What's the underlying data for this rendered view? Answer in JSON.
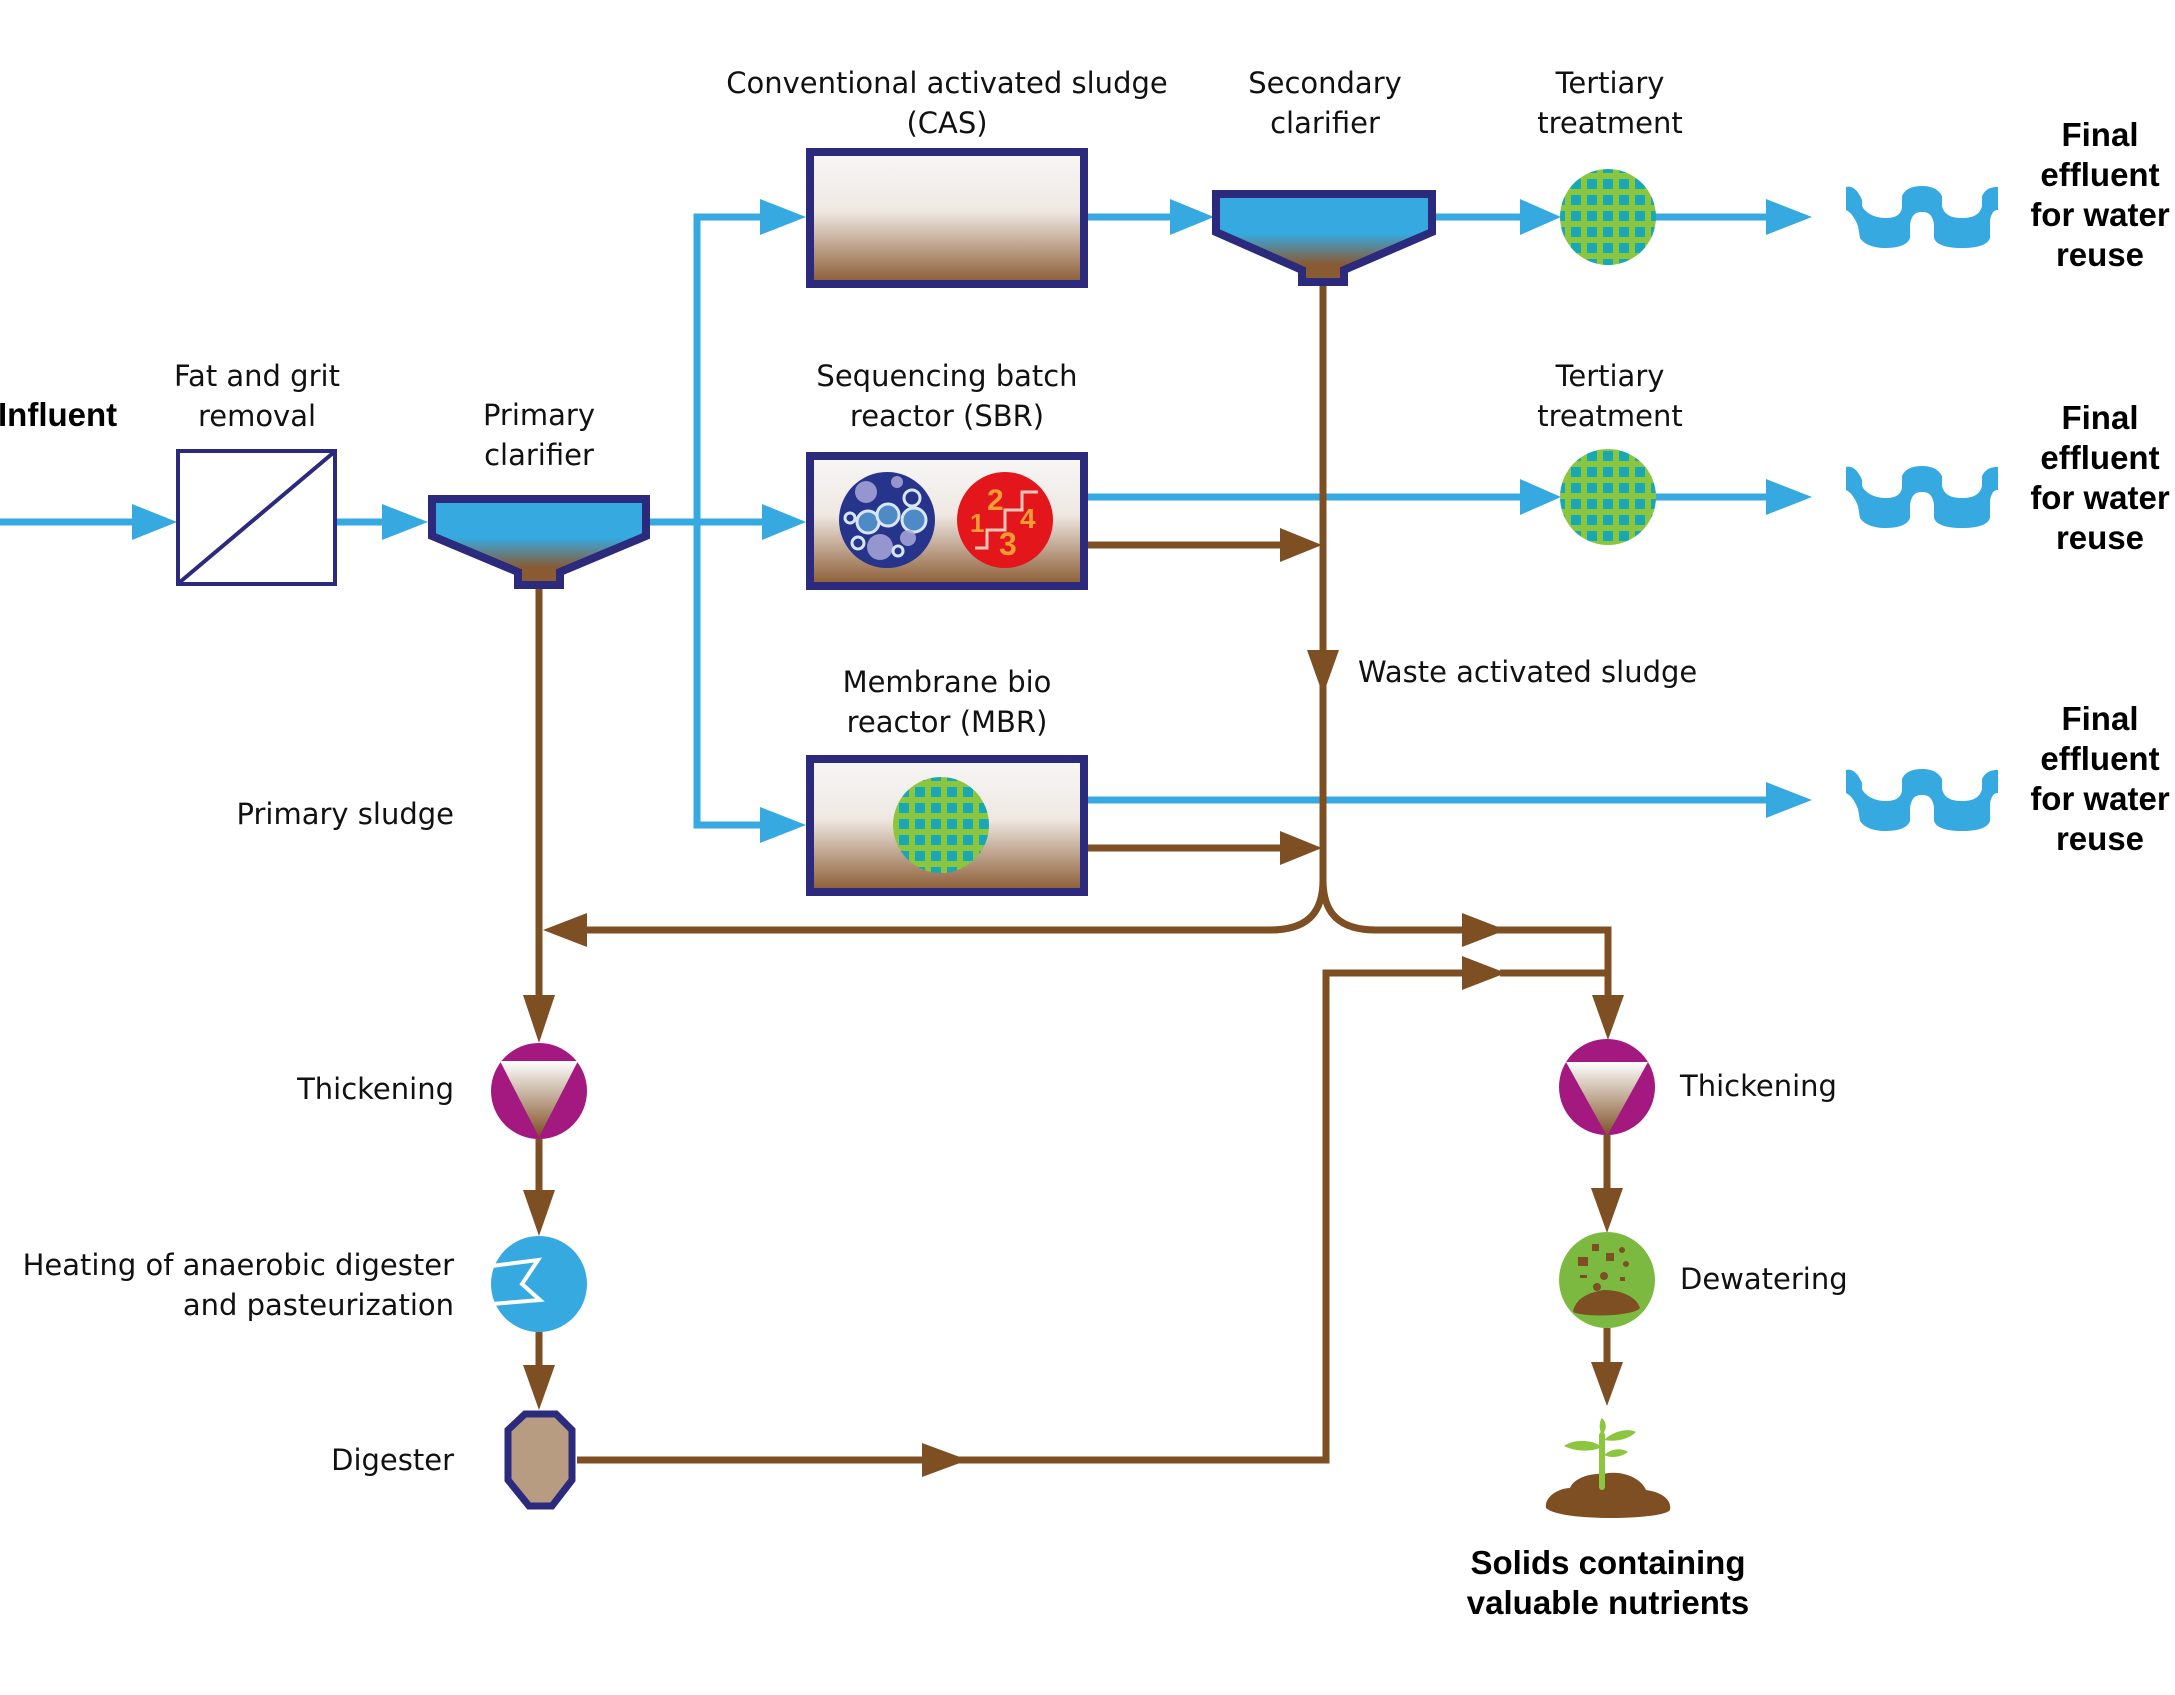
{
  "diagram": {
    "title": "Wastewater treatment and sludge processing flow",
    "colors": {
      "water": "#36a9e1",
      "sludge": "#7f4f24",
      "outline": "#2b2a7d",
      "thickening": "#a3197f",
      "tertiary_green": "#8cc63f",
      "tertiary_teal": "#16a9b5",
      "heating": "#36a9e1",
      "digester_fill": "#b89c82",
      "dewatering": "#7cb940",
      "sbr_bubbles": "#27348b",
      "sbr_steps": "#e3161b",
      "sbr_digits": "#f39c34"
    },
    "labels": {
      "influent": "Influent",
      "fat_grit": [
        "Fat and grit",
        "removal"
      ],
      "primary_clarifier": [
        "Primary",
        "clarifier"
      ],
      "cas": [
        "Conventional activated sludge",
        "(CAS)"
      ],
      "secondary_clarifier": [
        "Secondary",
        "clarifier"
      ],
      "tertiary_1": [
        "Tertiary",
        "treatment"
      ],
      "sbr": [
        "Sequencing batch",
        "reactor (SBR)"
      ],
      "tertiary_2": [
        "Tertiary",
        "treatment"
      ],
      "mbr": [
        "Membrane bio",
        "reactor (MBR)"
      ],
      "waste_activated_sludge": "Waste activated sludge",
      "primary_sludge": "Primary sludge",
      "thickening_left": "Thickening",
      "heating": [
        "Heating of anaerobic digester",
        "and pasteurization"
      ],
      "digester": "Digester",
      "thickening_right": "Thickening",
      "dewatering": "Dewatering",
      "solids": [
        "Solids containing",
        "valuable nutrients"
      ],
      "effluent_1": [
        "Final",
        "effluent",
        "for water",
        "reuse"
      ],
      "effluent_2": [
        "Final",
        "effluent",
        "for water",
        "reuse"
      ],
      "effluent_3": [
        "Final",
        "effluent",
        "for water",
        "reuse"
      ]
    },
    "sbr_step_digits": [
      "1",
      "2",
      "3",
      "4"
    ]
  }
}
